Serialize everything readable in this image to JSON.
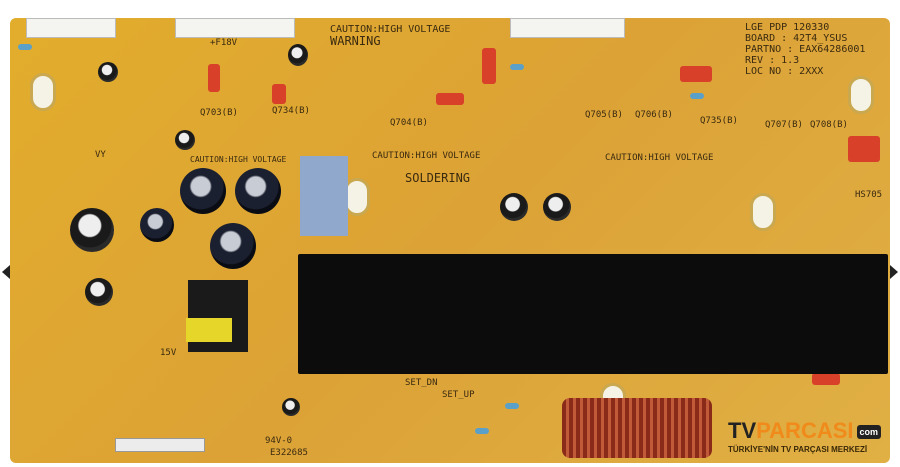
{
  "board_label": {
    "line1": "LGE PDP 120330",
    "line2": "BOARD : 42T4_YSUS",
    "line3": "PARTNO : EAX64286001",
    "line4": "REV : 1.3",
    "line5": "LOC NO : 2XXX"
  },
  "silkscreen": {
    "caution_top": "CAUTION:HIGH VOLTAGE",
    "warning": "WARNING",
    "caution_mid1": "CAUTION:HIGH VOLTAGE",
    "caution_mid2": "CAUTION:HIGH VOLTAGE",
    "caution_right": "CAUTION:HIGH VOLTAGE",
    "soldering": "SOLDERING",
    "hs705": "HS705",
    "f18v": "+F18V",
    "vy": "VY",
    "q703": "Q703(B)",
    "q734": "Q734(B)",
    "q704": "Q704(B)",
    "q705": "Q705(B)",
    "q706": "Q706(B)",
    "q735": "Q735(B)",
    "q707": "Q707(B)",
    "q708": "Q708(B)",
    "set_dn": "SET_DN",
    "set_up": "SET_UP",
    "bottom_code": "94V-0",
    "bottom_num": "E322685",
    "p15v": "15V"
  },
  "watermark": {
    "tv": "TV",
    "parcasi": "PARCASI",
    "com": "com",
    "tagline": "TÜRKİYE'NİN TV PARÇASI MERKEZİ"
  },
  "colors": {
    "board": "#dca236",
    "heatsink": "#0c0c0c",
    "accent": "#f08a1a"
  }
}
